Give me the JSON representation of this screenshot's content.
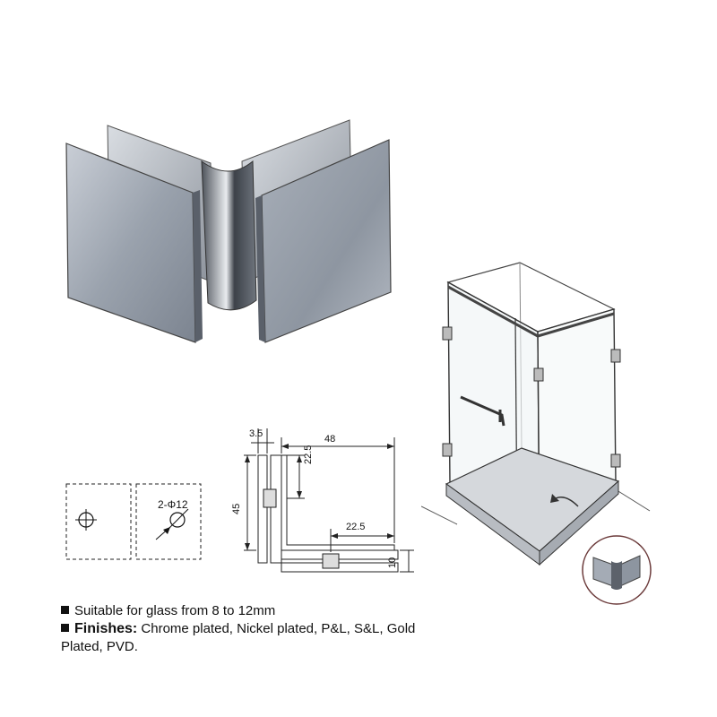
{
  "drawing": {
    "dim_thickness": "3.5",
    "dim_width": "48",
    "dim_half_height": "22.5",
    "dim_height": "45",
    "dim_half_width": "22.5",
    "dim_depth": "10",
    "hole_spec": "2-Φ12"
  },
  "specs": {
    "glass_range": "Suitable for glass from 8 to 12mm",
    "finishes_label": "Finishes:",
    "finishes_text": " Chrome plated, Nickel plated, P&L, S&L, Gold",
    "finishes_text_2": "Plated, PVD."
  }
}
